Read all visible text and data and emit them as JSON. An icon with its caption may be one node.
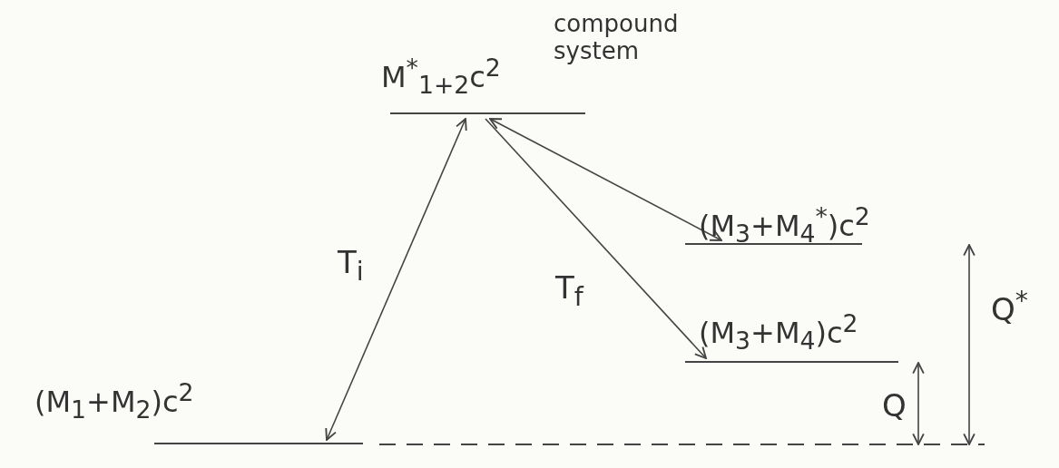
{
  "diagram": {
    "nodes": [
      {
        "text": [
          "M$^{*}$$_{1+2}$c$^{2}$"
        ],
        "beside": [
          "compound system"
        ]
      },
      {
        "text": [
          "(M$_{3}$+M$_{4}$$^{*}$)c$^{2}$"
        ]
      },
      {
        "text": [
          "(M$_{3}$+M$_{4}$)c$^{2}$"
        ]
      },
      {
        "text": [
          "(M$_{1}$+M$_{2}$)c$^{2}$"
        ]
      }
    ],
    "edges": [
      {
        "from": 3,
        "to": 0,
        "arrow": "both",
        "label": "T$_{i}$"
      },
      {
        "from": 0,
        "to": 1,
        "arrow": "both"
      },
      {
        "from": 0,
        "to": 2,
        "arrow": "to",
        "label": "T$_{f}$"
      }
    ],
    "labels": [
      "Q",
      "Q$^{*}$"
    ]
  }
}
